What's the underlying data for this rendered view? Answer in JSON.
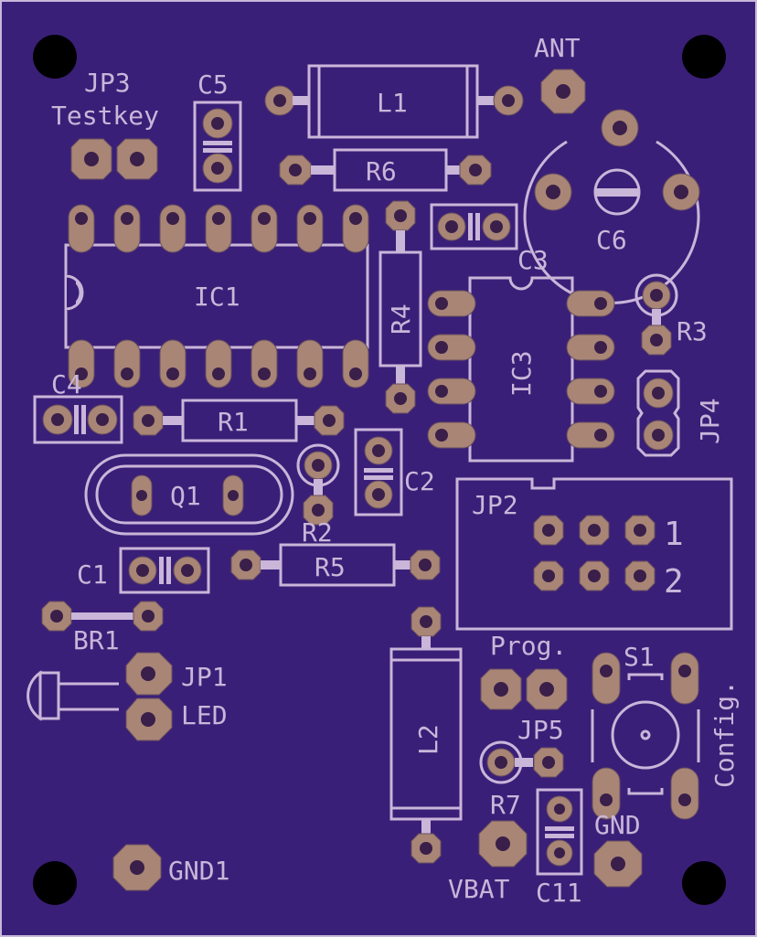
{
  "colors": {
    "board": "#3a1f78",
    "silkscreen": "#c9b6d9",
    "pad": "#a88575",
    "mount_hole": "#000000"
  },
  "labels": {
    "jp3": "JP3",
    "testkey": "Testkey",
    "c5": "C5",
    "l1": "L1",
    "ant": "ANT",
    "r6": "R6",
    "c6": "C6",
    "c3": "C3",
    "ic1": "IC1",
    "r4": "R4",
    "ic3": "IC3",
    "r3": "R3",
    "jp4": "JP4",
    "c4": "C4",
    "r1": "R1",
    "c2": "C2",
    "q1": "Q1",
    "r2": "R2",
    "jp2": "JP2",
    "jp2_row1": "1",
    "jp2_row2": "2",
    "r5": "R5",
    "c1": "C1",
    "br1": "BR1",
    "prog": "Prog.",
    "s1": "S1",
    "config": "Config.",
    "jp1": "JP1",
    "led": "LED",
    "l2": "L2",
    "jp5": "JP5",
    "r7": "R7",
    "gnd": "GND",
    "gnd1": "GND1",
    "vbat": "VBAT",
    "c11": "C11"
  }
}
